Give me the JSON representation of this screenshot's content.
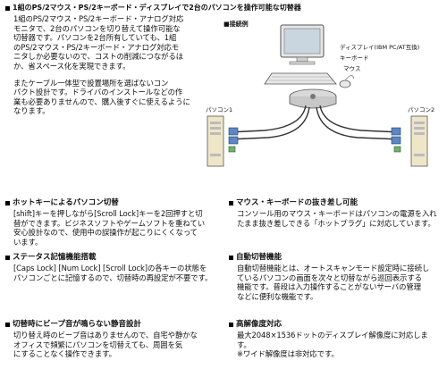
{
  "intro": {
    "heading": "1組のPS/2マウス・PS/2キーボード・ディスプレイで2台のパソコンを操作可能な切替器",
    "body": "1組のPS/2マウス・PS/2キーボード・アナログ対応\nモニタで、2台のパソコンを切り替えて操作可能な\n切替器です。パソコンを2台所有していても、1組\nのPS/2マウス・PS/2キーボード・アナログ対応モ\nニタしか必要ないので、コストの削減につながるほ\nか、省スペース化を実現できます。",
    "body2": "またケーブル一体型で設置場所を選ばないコン\nパクト設計です。ドライバのインストールなどの作\n業も必要ありませんので、購入後すぐに使えるように\nなります。"
  },
  "diagram": {
    "title": "■接続例",
    "display_label": "ディスプレイ(IBM PC/AT互換)",
    "keyboard_label": "キーボード",
    "mouse_label": "マウス",
    "pc1_label": "パソコン1",
    "pc2_label": "パソコン2"
  },
  "features": [
    {
      "heading": "ホットキーによるパソコン切替",
      "body": "[shift]キーを押しながら[Scroll Lock]キーを2回押すと切\n替ができます。ビジネスソフトやゲームソフトを重ねてい\n安心設計なので、使用中の誤操作が起こりにくくなって\nいます。"
    },
    {
      "heading": "マウス・キーボードの抜き差し可能",
      "body": "コンソール用のマウス・キーボードはパソコンの電源を入れ\nたまま抜き差しできる「ホットプラグ」に対応しています。"
    },
    {
      "heading": "ステータス記憶機能搭載",
      "body": "[Caps Lock] [Num Lock] [Scroll Lock]の各キーの状態を\nパソコンごとに記憶するので、切替時の再設定が不要です。"
    },
    {
      "heading": "自動切替機能",
      "body": "自動切替機能とは、オートスキャンモード設定時に接続し\nているパソコンの画面を次々と切替ながら巡回表示する\n機能です。普段は入力操作することがないサーバの管理\nなどに便利な機能です。"
    },
    {
      "heading": "切替時にビープ音が鳴らない静音設計",
      "body": "切り替え時のビープ音はありませんので、自宅や静かな\nオフィスで頻繁にパソコンを切替えても、周囲を気\nにすることなく操作できます。"
    },
    {
      "heading": "高解像度対応",
      "body": "最大2048×1536ドットのディスプレイ解像度に対応しま\nす。\n※ワイド解像度は非対応です。"
    }
  ]
}
